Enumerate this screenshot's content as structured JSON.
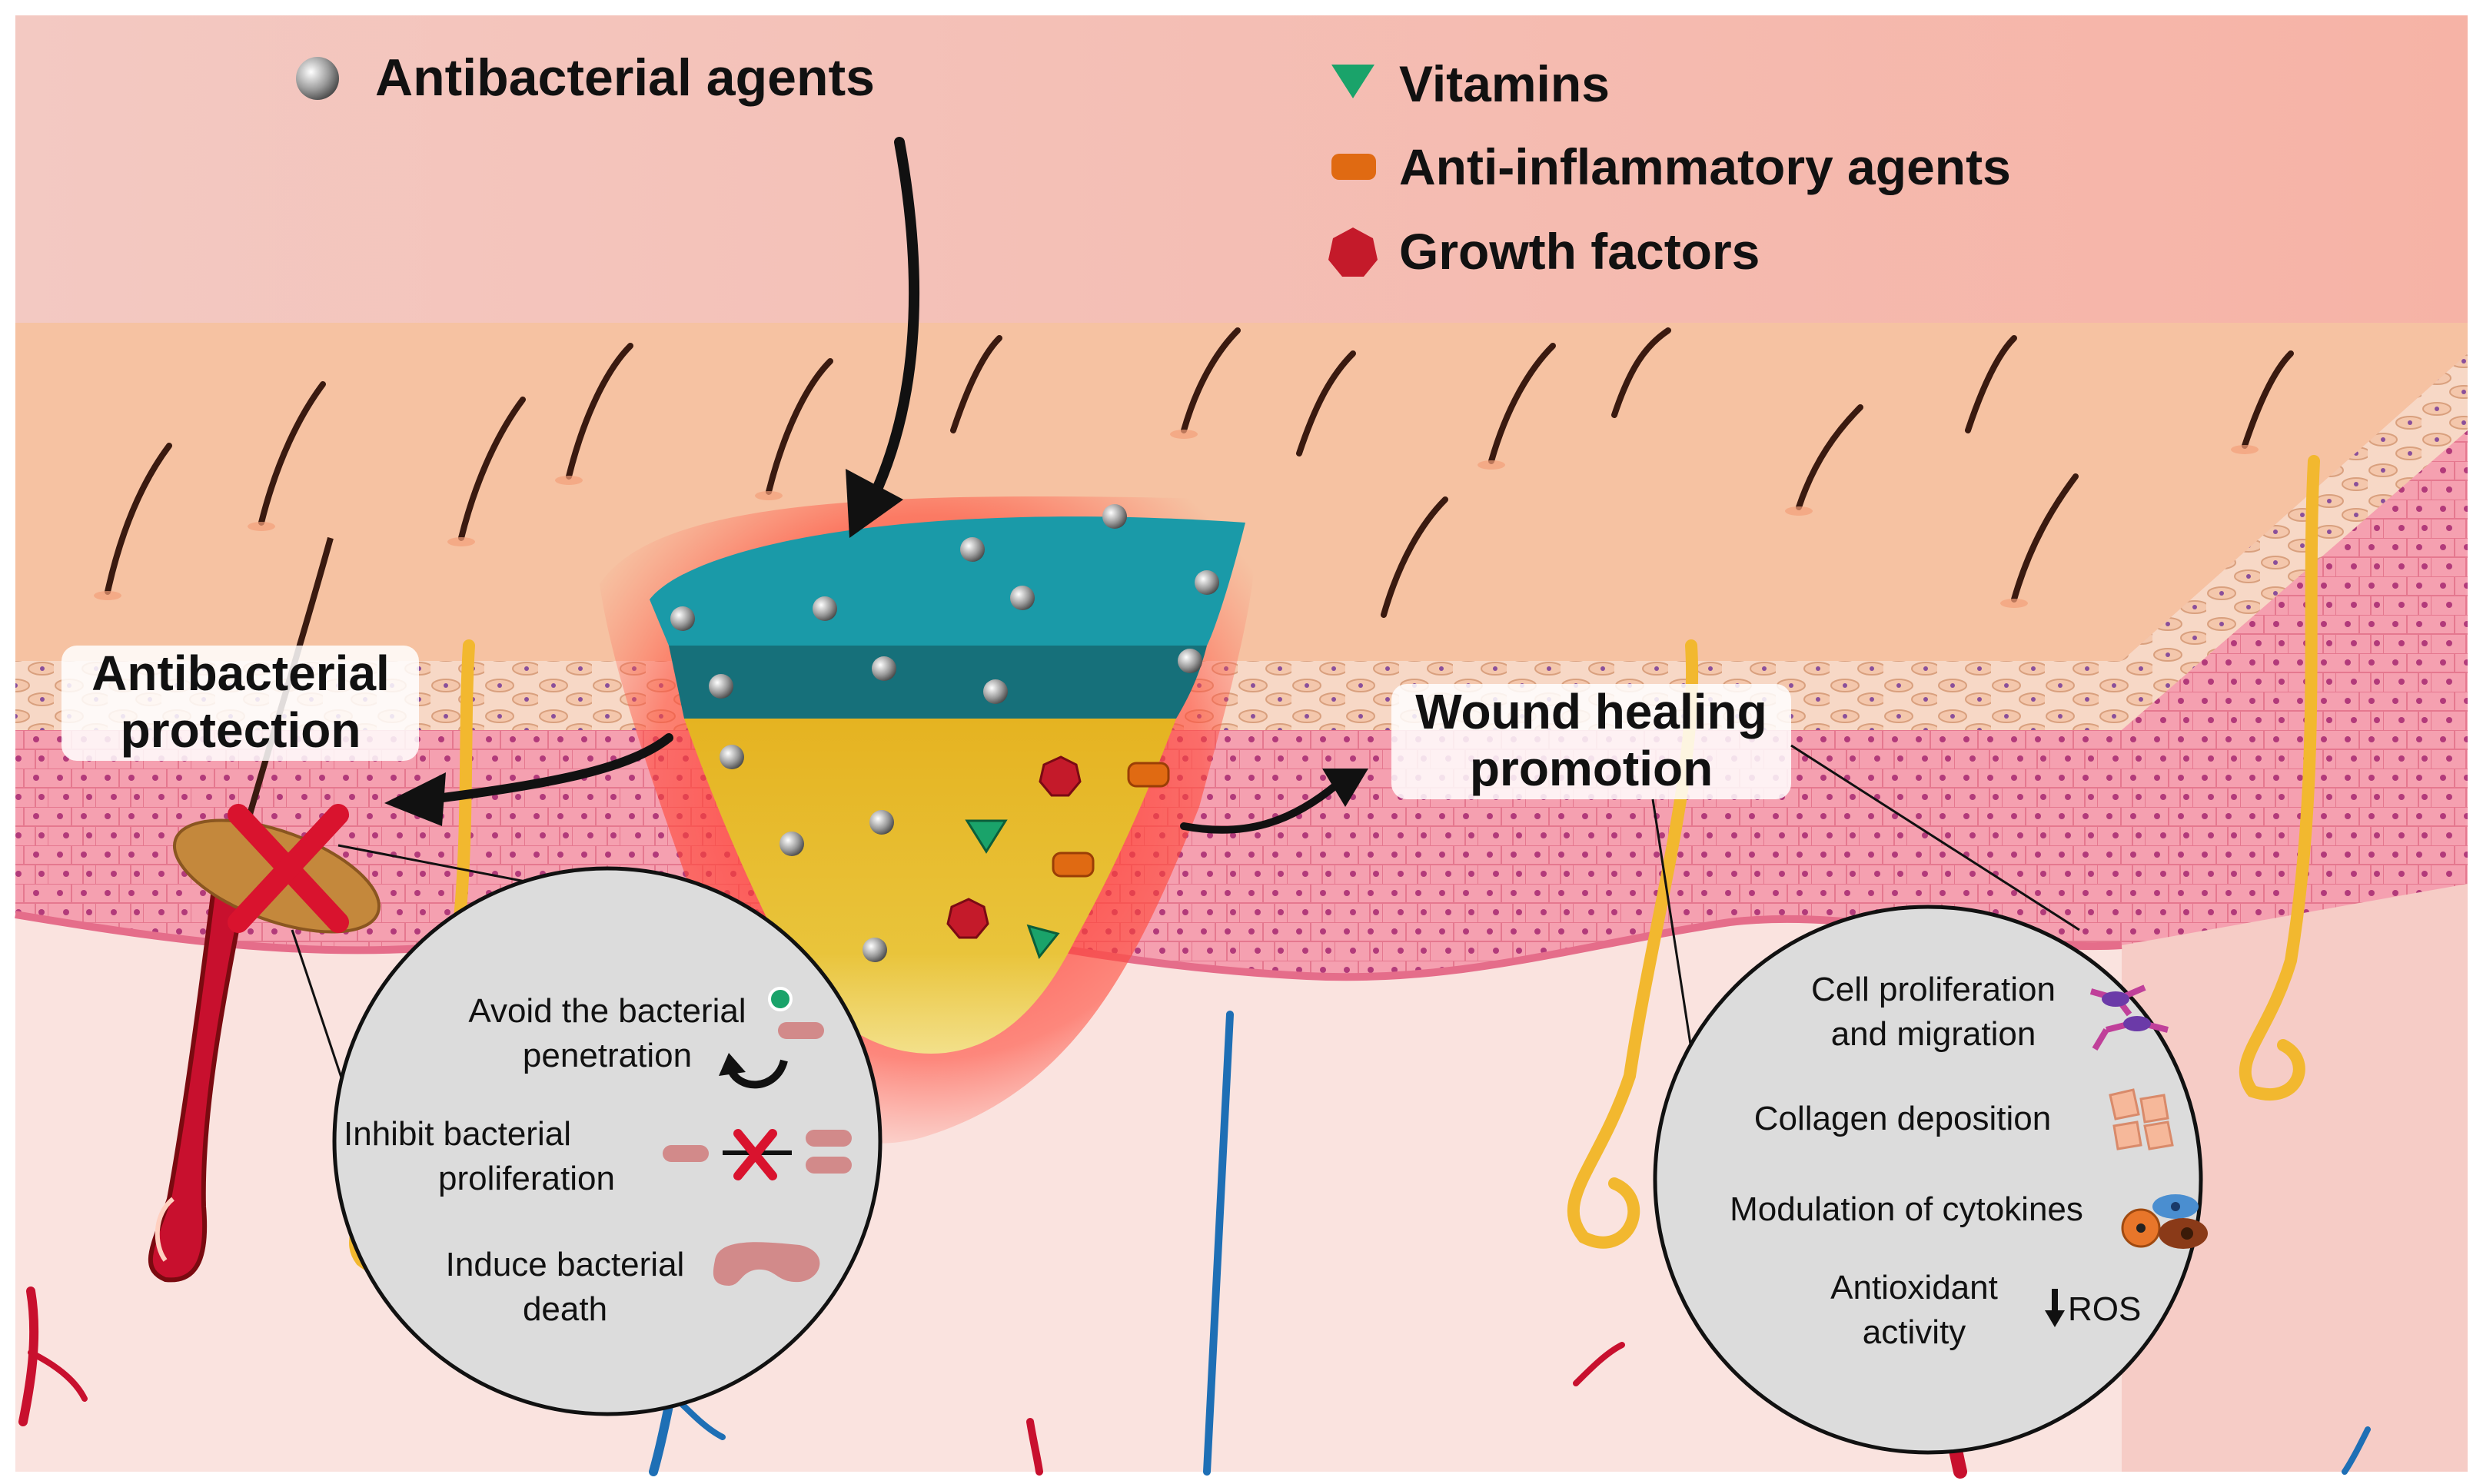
{
  "legend": {
    "antibacterial": "Antibacterial agents",
    "vitamins": "Vitamins",
    "anti_inflammatory": "Anti-inflammatory agents",
    "growth_factors": "Growth factors"
  },
  "left_label": {
    "line1": "Antibacterial",
    "line2": "protection"
  },
  "right_label": {
    "line1": "Wound healing",
    "line2": "promotion"
  },
  "left_circle": {
    "item1": {
      "line1": "Avoid the bacterial",
      "line2": "penetration"
    },
    "item2": {
      "line1": "Inhibit bacterial",
      "line2": "proliferation"
    },
    "item3": {
      "line1": "Induce bacterial",
      "line2": "death"
    }
  },
  "right_circle": {
    "item1": {
      "line1": "Cell proliferation",
      "line2": "and migration"
    },
    "item2": "Collagen deposition",
    "item3": "Modulation of cytokines",
    "item4": {
      "line1": "Antioxidant",
      "line2": "activity"
    },
    "ros": "ROS"
  },
  "colors": {
    "top_band": "#f2c3bc",
    "epidermis": "#f6c4a4",
    "dermis": "#f4a3b3",
    "tissue": "#fae3df",
    "dressing_teal": "#1a9aa8",
    "dressing_dark_teal": "#16707a",
    "dressing_gold": "#e5b321",
    "nerve_yellow": "#f2b82f",
    "vessel_blue": "#1e6fb5",
    "vessel_red": "#c8102e",
    "vitamin_green": "#1aa36a",
    "anti_inflammatory_orange": "#e06a12",
    "growth_factor_red": "#c41a2a",
    "cross_red": "#d9132e",
    "circle_gray": "#dcdcdc"
  }
}
